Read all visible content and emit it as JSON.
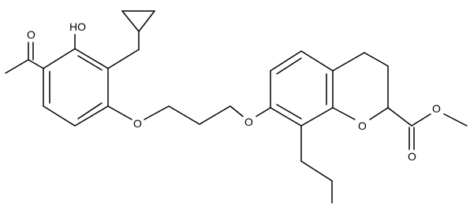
{
  "atom_labels": {
    "carbonyl_o_acetyl": "O",
    "hydroxyl": "HO",
    "ether_o_left": "O",
    "ether_o_right": "O",
    "ring_o_chroman": "O",
    "ester_o_single": "O",
    "ester_o_double": "O"
  },
  "colors": {
    "bond": "#000000",
    "label": "#000000",
    "background": "#ffffff"
  }
}
